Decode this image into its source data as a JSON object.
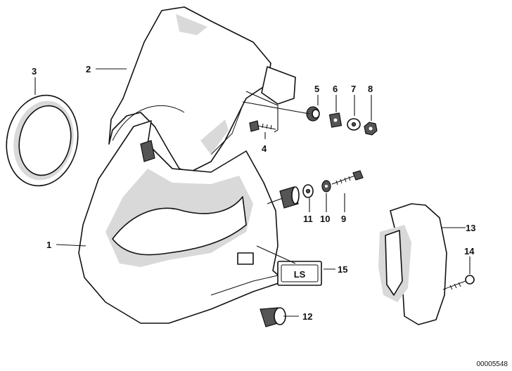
{
  "callouts": {
    "c1": "1",
    "c2": "2",
    "c3": "3",
    "c4": "4",
    "c5": "5",
    "c6": "6",
    "c7": "7",
    "c8": "8",
    "c9": "9",
    "c10": "10",
    "c11": "11",
    "c12": "12",
    "c13": "13",
    "c14": "14",
    "c15": "15"
  },
  "emblem_text": "LS",
  "doc_id": "00005548"
}
